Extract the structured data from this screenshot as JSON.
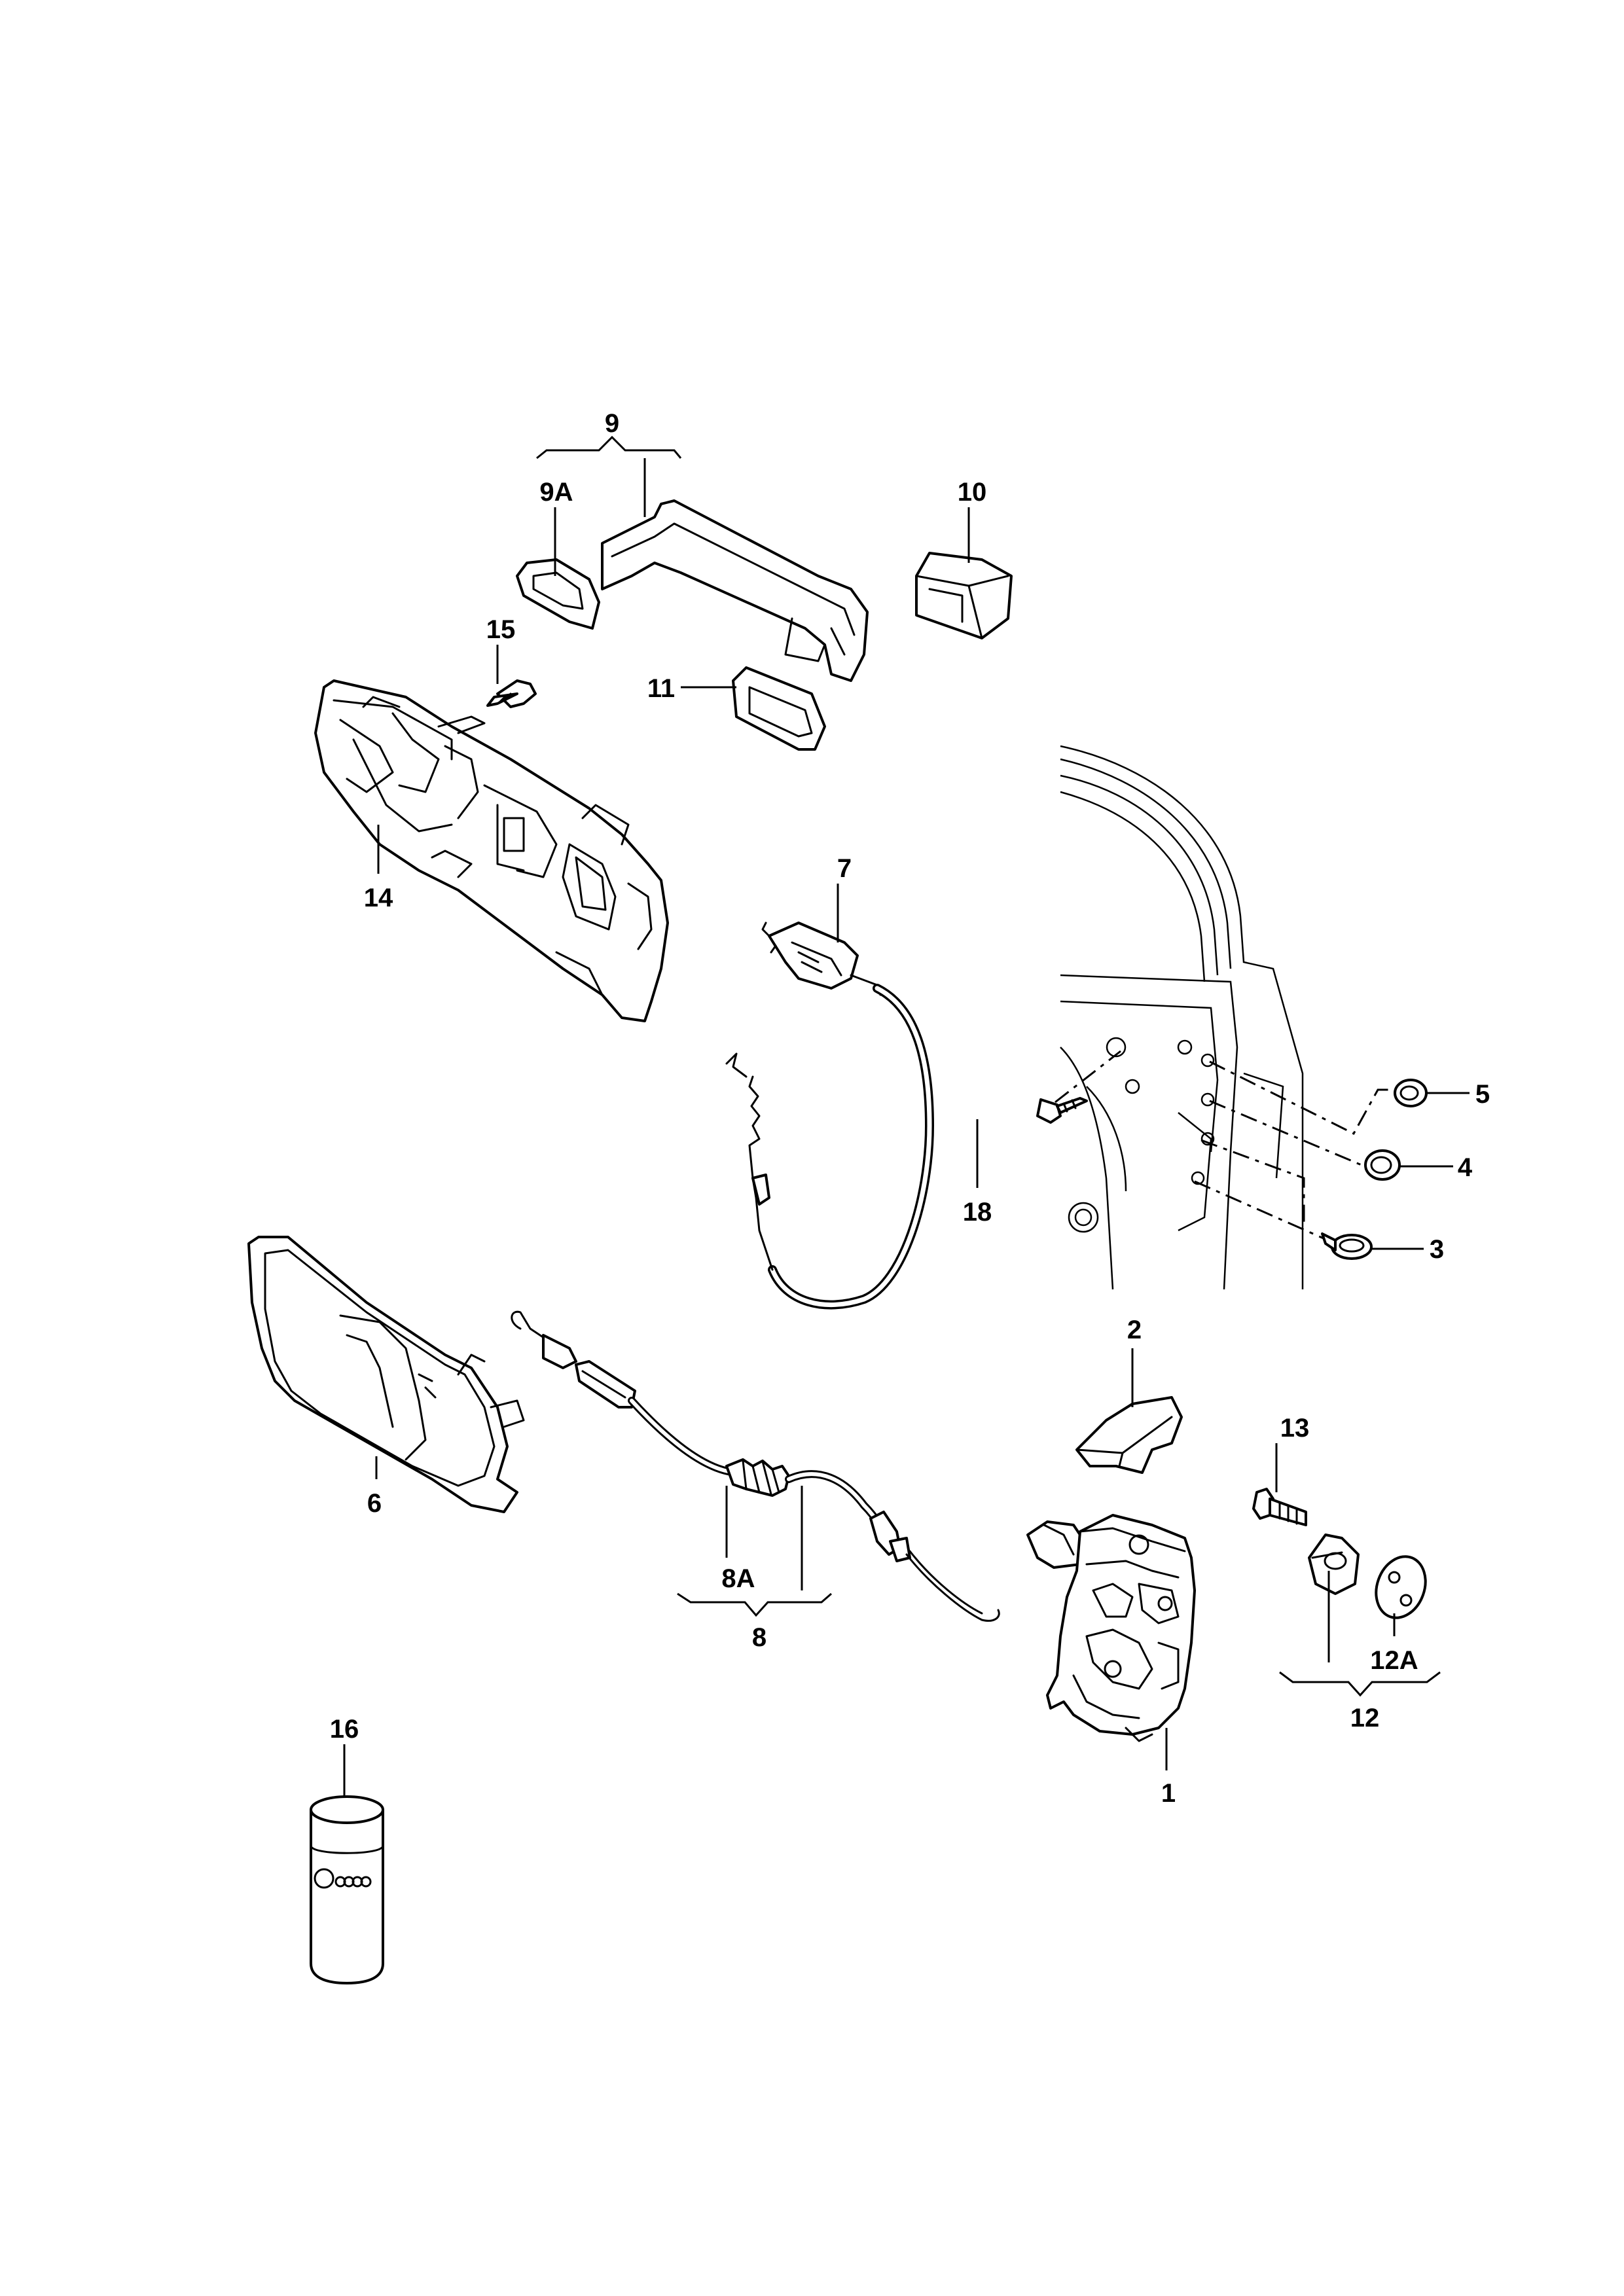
{
  "labels": {
    "p1": "1",
    "p2": "2",
    "p3": "3",
    "p4": "4",
    "p5": "5",
    "p6": "6",
    "p7": "7",
    "p8": "8",
    "p8a": "8A",
    "p9": "9",
    "p9a": "9A",
    "p10": "10",
    "p11": "11",
    "p12": "12",
    "p12a": "12A",
    "p13": "13",
    "p14": "14",
    "p15": "15",
    "p16": "16",
    "p18": "18"
  },
  "icons": {
    "can_logo": "brand-logo-icon"
  }
}
